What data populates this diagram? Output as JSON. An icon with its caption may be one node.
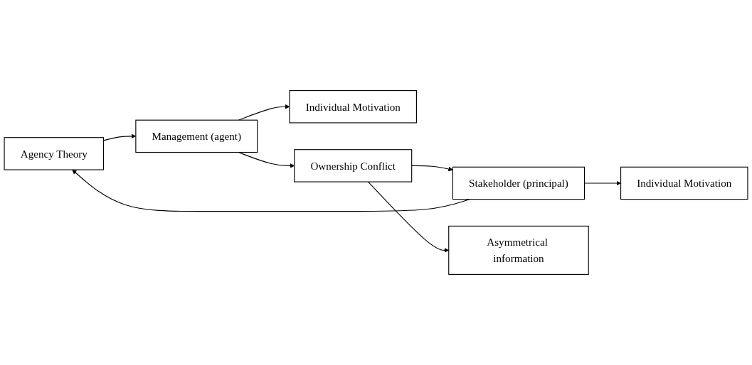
{
  "diagram": {
    "nodes": [
      {
        "text": [
          "Agency Theory"
        ]
      },
      {
        "text": [
          "Individual Motivation"
        ]
      },
      {
        "text": [
          "Stakeholder (principal)"
        ]
      },
      {
        "text": [
          "Management (agent)"
        ]
      },
      {
        "text": [
          "Individual Motivation"
        ]
      },
      {
        "text": [
          "Ownership Conflict"
        ]
      },
      {
        "text": [
          "Asymmetrical information"
        ]
      }
    ],
    "edges": [
      {
        "from": 2,
        "to": 0,
        "arrow": "to"
      },
      {
        "from": 0,
        "to": 3,
        "arrow": "to"
      },
      {
        "from": 3,
        "to": 5,
        "arrow": "to"
      },
      {
        "from": 5,
        "to": 2,
        "arrow": "to"
      },
      {
        "from": 2,
        "to": 1,
        "arrow": "to"
      },
      {
        "from": 3,
        "to": 4,
        "arrow": "to"
      },
      {
        "from": 5,
        "to": 6,
        "arrow": "to"
      }
    ]
  }
}
